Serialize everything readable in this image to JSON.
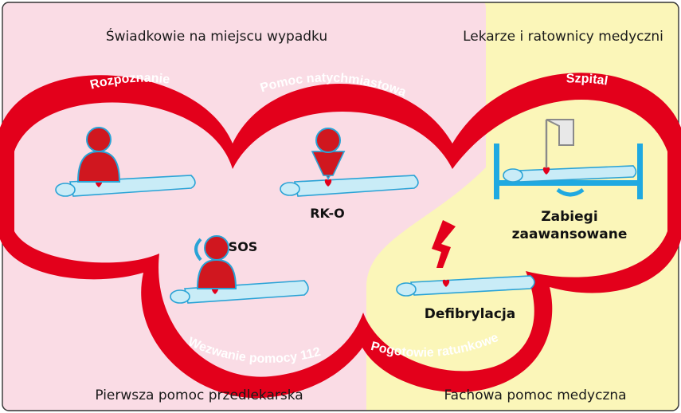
{
  "quadrants": {
    "top_left": "Świadkowie na miejscu wypadku",
    "top_right": "Lekarze i ratownicy medyczni",
    "bottom_left": "Pierwsza pomoc przedlekarska",
    "bottom_right": "Fachowa pomoc medyczna"
  },
  "ring_labels": {
    "recognition": "Rozpoznanie",
    "immediate_help": "Pomoc natychmiastowa",
    "hospital": "Szpital",
    "call_help": "Wezwanie pomocy 112",
    "ambulance": "Pogotowie ratunkowe"
  },
  "scene_labels": {
    "sos": "SOS",
    "cpr": "RK-O",
    "advanced_1": "Zabiegi",
    "advanced_2": "zaawansowane",
    "defibrillation": "Defibrylacja"
  },
  "colors": {
    "pink_zone": "#fadce5",
    "yellow_zone": "#fbf6b9",
    "chain_red": "#e3001b",
    "body_fill": "#c9ecf7",
    "outline_blue": "#2aa3d6",
    "bed_blue": "#1fa9e1",
    "heart_red": "#e3001b"
  }
}
